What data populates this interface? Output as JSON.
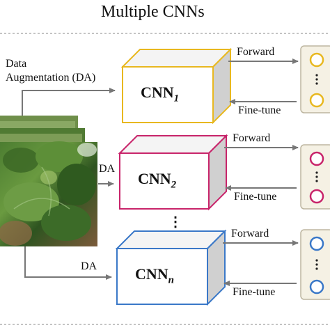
{
  "title": "Multiple CNNs",
  "data_augmentation_label": "Data\nAugmentation (DA)",
  "da_label_2": "DA",
  "da_label_n": "DA",
  "ellipsis": "⋮",
  "networks": [
    {
      "name_base": "CNN",
      "subscript": "1",
      "forward": "Forward",
      "finetune": "Fine-tune",
      "color": "#e8b820"
    },
    {
      "name_base": "CNN",
      "subscript": "2",
      "forward": "Forward",
      "finetune": "Fine-tune",
      "color": "#c8246a"
    },
    {
      "name_base": "CNN",
      "subscript": "n",
      "forward": "Forward",
      "finetune": "Fine-tune",
      "color": "#3a78c8"
    }
  ]
}
